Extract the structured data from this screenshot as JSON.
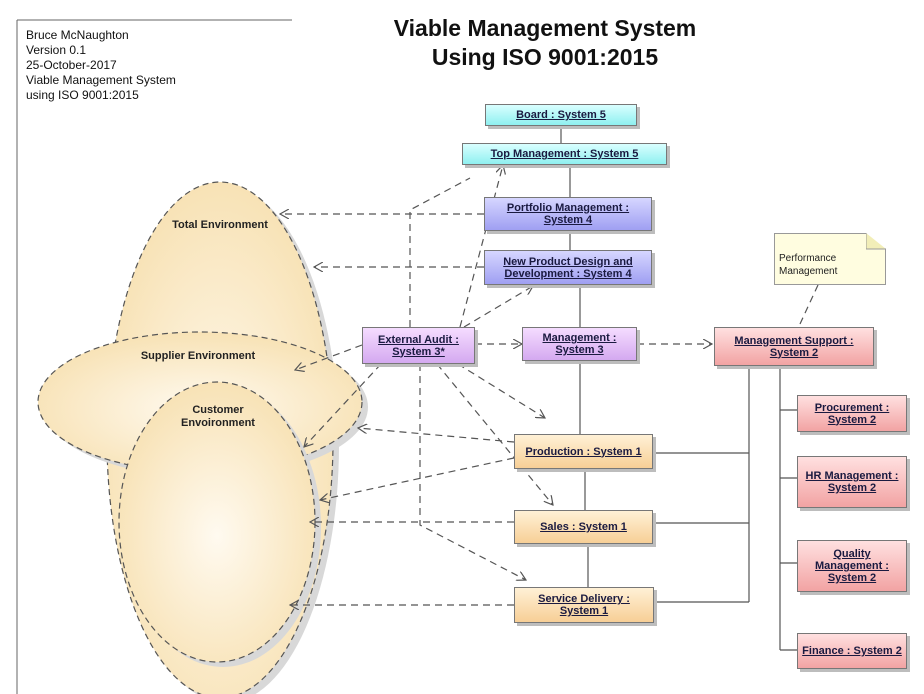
{
  "meta": {
    "author": "Bruce McNaughton",
    "version": "Version 0.1",
    "date": "25-October-2017",
    "line4": "Viable Management System",
    "line5": "using ISO 9001:2015"
  },
  "title": {
    "line1": "Viable Management System",
    "line2": "Using ISO 9001:2015"
  },
  "environments": {
    "total": "Total Environment",
    "supplier": "Supplier Environment",
    "customer": "Customer Envoironment"
  },
  "boxes": {
    "board": "Board : System 5",
    "top_management": "Top Management : System 5",
    "portfolio": "Portfolio Management : System 4",
    "new_product": "New Product Design and Development : System 4",
    "external_audit": "External Audit : System 3*",
    "management": "Management : System 3",
    "management_support": "Management Support : System 2",
    "production": "Production : System 1",
    "sales": "Sales : System 1",
    "service_delivery": "Service Delivery : System 1",
    "procurement": "Procurement : System 2",
    "hr": "HR Management : System 2",
    "quality": "Quality Management : System 2",
    "finance": "Finance : System 2"
  },
  "note": "Performance Management",
  "colors": {
    "system5": "#8ff0f0",
    "system4": "#9f9ff2",
    "system3": "#d4a9f0",
    "system2": "#f2a3a3",
    "system1": "#f7cf96",
    "environment": "#fbe6b8"
  }
}
